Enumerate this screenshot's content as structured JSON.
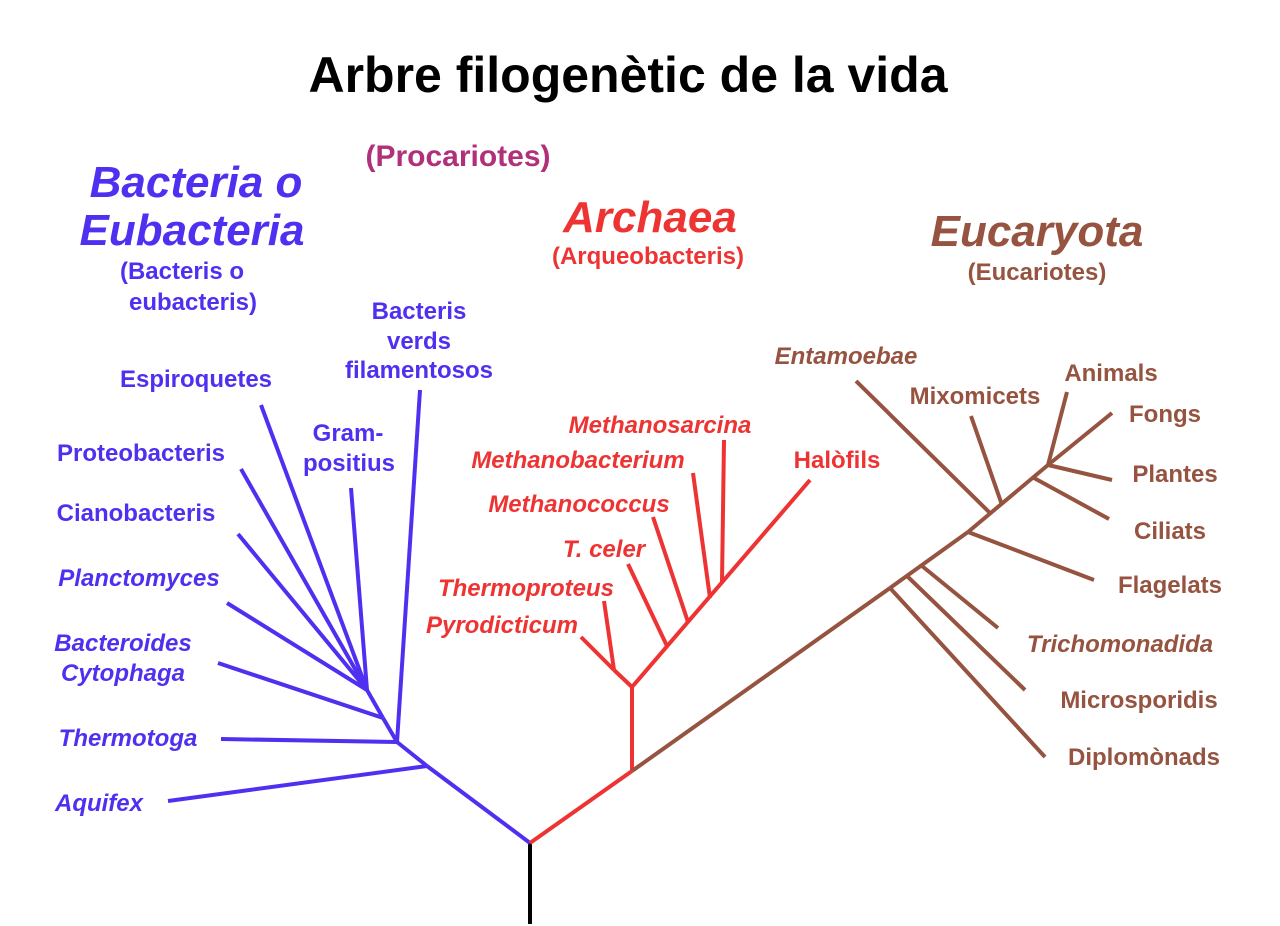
{
  "title": "Arbre filogenètic de la vida",
  "colors": {
    "bacteria": "#5030f0",
    "archaea": "#ee3333",
    "eukaryota": "#955340",
    "prokaryotes": "#b0307a",
    "root": "#000000"
  },
  "prokaryotes_label": "(Procariotes)",
  "bacteria": {
    "title_line1": "Bacteria o",
    "title_line2": "Eubacteria",
    "subtitle_line1": "(Bacteris o",
    "subtitle_line2": "eubacteris)",
    "leaves": {
      "green_line1": "Bacteris",
      "green_line2": "verds",
      "green_line3": "filamentosos",
      "gram_line1": "Gram-",
      "gram_line2": "positius",
      "spirochetes": "Espiroquetes",
      "proteobacteria": "Proteobacteris",
      "cyanobacteria": "Cianobacteris",
      "planctomyces": "Planctomyces",
      "bacteroides_line1": "Bacteroides",
      "bacteroides_line2": "Cytophaga",
      "thermotoga": "Thermotoga",
      "aquifex": "Aquifex"
    }
  },
  "archaea": {
    "title": "Archaea",
    "subtitle": "(Arqueobacteris)",
    "leaves": {
      "methanosarcina": "Methanosarcina",
      "methanobacterium": "Methanobacterium",
      "halophiles": "Halòfils",
      "methanococcus": "Methanococcus",
      "t_celer": "T. celer",
      "thermoproteus": "Thermoproteus",
      "pyrodicticum": "Pyrodicticum"
    }
  },
  "eukaryota": {
    "title": "Eucaryota",
    "subtitle": "(Eucariotes)",
    "leaves": {
      "entamoebae": "Entamoebae",
      "slime_molds": "Mixomicets",
      "animals": "Animals",
      "fungi": "Fongs",
      "plants": "Plantes",
      "ciliates": "Ciliats",
      "flagellates": "Flagelats",
      "trichomonads": "Trichomonadida",
      "microsporidia": "Microsporidis",
      "diplomonads": "Diplomònads"
    }
  }
}
